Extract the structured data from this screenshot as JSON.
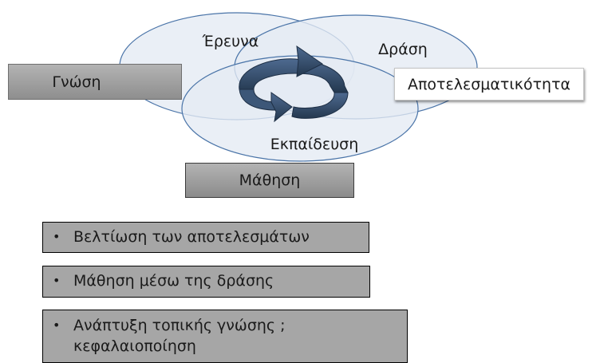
{
  "diagram": {
    "ellipses": {
      "research": "Έρευνα",
      "action": "Δράση",
      "training": "Εκπαίδευση"
    },
    "boxes": {
      "knowledge": "Γνώση",
      "effectiveness": "Αποτελεσματικότητα",
      "learning": "Μάθηση"
    }
  },
  "bullets": [
    {
      "text": "Βελτίωση των αποτελεσμάτων"
    },
    {
      "text": "Μάθηση μέσω της δράσης"
    },
    {
      "text": "Ανάπτυξη τοπικής γνώσης ;",
      "continuation": "κεφαλαιοποίηση"
    }
  ],
  "bullet_symbol": "•",
  "colors": {
    "ellipse_fill": "#e4ebf3",
    "ellipse_stroke": "#4a74a8",
    "arrow_fill": "#2f4a6d",
    "box_gray": "#a6a6a6"
  },
  "icons": {
    "cycle": "circular-arrows-icon"
  }
}
